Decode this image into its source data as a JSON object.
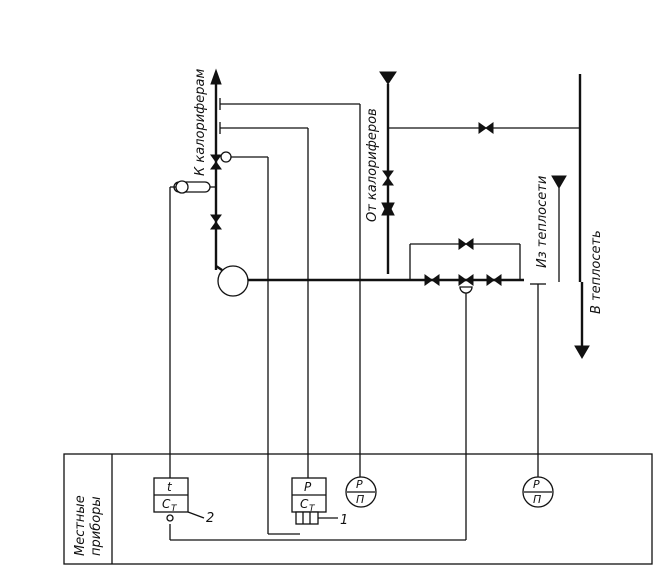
{
  "labels": {
    "to_heaters": "К калориферам",
    "from_heaters": "От калориферов",
    "from_network": "Из теплосети",
    "to_network": "В теплосеть",
    "local_instruments_line1": "Местные",
    "local_instruments_line2": "приборы"
  },
  "instruments": {
    "temp_controller": {
      "top": "t",
      "bottom": "C",
      "bottom_sub": "T",
      "callout": "2"
    },
    "pressure_controller": {
      "top": "P",
      "bottom": "C",
      "bottom_sub": "T",
      "callout": "1"
    },
    "pressure_gauge_1": {
      "top": "P",
      "bottom": "П"
    },
    "pressure_gauge_2": {
      "top": "P",
      "bottom": "П"
    }
  },
  "colors": {
    "ink": "#111111",
    "paper": "#ffffff"
  }
}
